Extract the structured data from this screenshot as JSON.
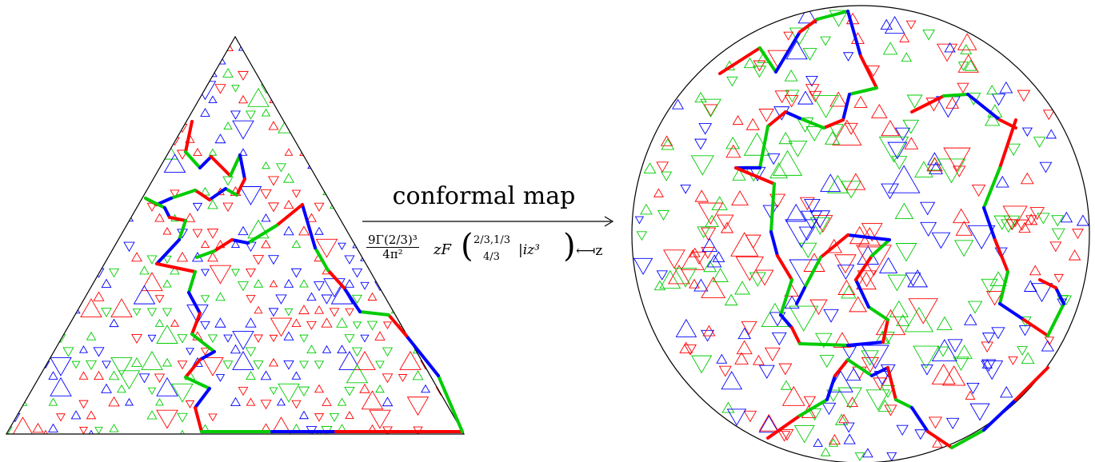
{
  "annotation": {
    "title": "conformal map",
    "formula": {
      "coef_num": "9Γ(2/3)³",
      "coef_den": "4π²",
      "fn": "zF",
      "hyp_top": "2/3,1/3",
      "hyp_bot": "4/3",
      "hyp_arg": "|iz³",
      "mapsto": "⟻z"
    }
  },
  "colors": {
    "red": "#ff0000",
    "green": "#00cc00",
    "blue": "#0000ff",
    "outline": "#000000"
  },
  "left_panel": {
    "shape": "equilateral triangle",
    "pattern": "colored triangle loops with highlighted zigzag interface"
  },
  "right_panel": {
    "shape": "disk",
    "pattern": "conformal image of triangle pattern with highlighted interface"
  }
}
